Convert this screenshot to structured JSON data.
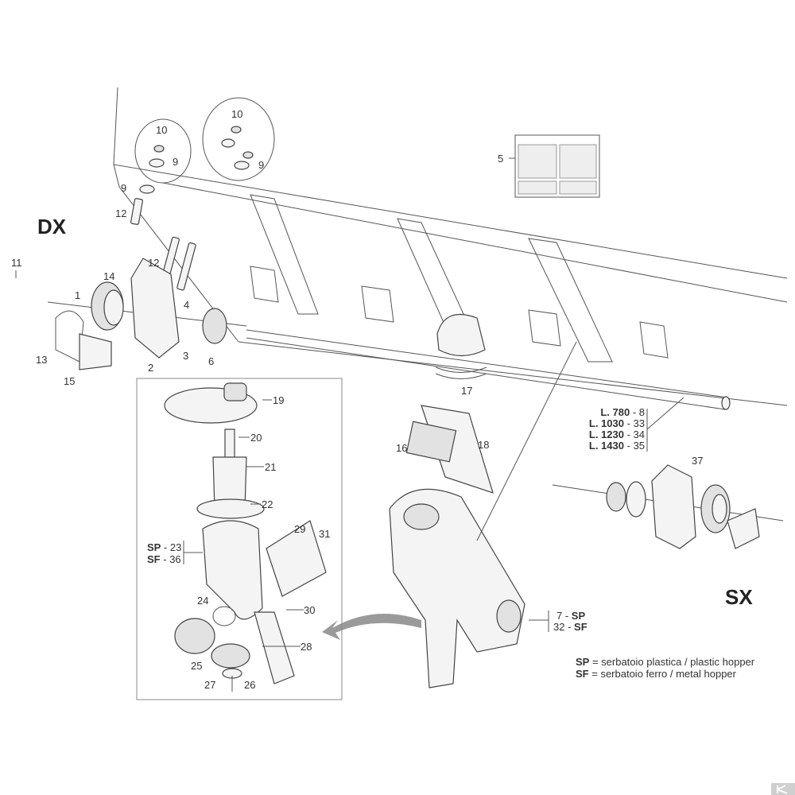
{
  "sides": {
    "right": "DX",
    "left": "SX"
  },
  "callouts": {
    "p1": "1",
    "p2": "2",
    "p3": "3",
    "p4": "4",
    "p5": "5",
    "p6": "6",
    "p9a": "9",
    "p9b": "9",
    "p9c": "9",
    "p10a": "10",
    "p10b": "10",
    "p11": "11",
    "p12a": "12",
    "p12b": "12",
    "p13": "13",
    "p14": "14",
    "p15": "15",
    "p16": "16",
    "p17": "17",
    "p18": "18",
    "p19": "19",
    "p20": "20",
    "p21": "21",
    "p22": "22",
    "p24": "24",
    "p25": "25",
    "p26": "26",
    "p27": "27",
    "p28": "28",
    "p29": "29",
    "p30": "30",
    "p31": "31",
    "p37": "37"
  },
  "variants_23_36": [
    {
      "code": "SP",
      "sep": " - ",
      "part": "23"
    },
    {
      "code": "SF",
      "sep": " - ",
      "part": "36"
    }
  ],
  "variants_7_32": [
    {
      "part": "7",
      "sep": " - ",
      "code": "SP"
    },
    {
      "part": "32",
      "sep": " - ",
      "code": "SF"
    }
  ],
  "shaft_lengths": [
    {
      "prefix": "L. ",
      "length": "780",
      "sep": " - ",
      "part": "8"
    },
    {
      "prefix": "L. ",
      "length": "1030",
      "sep": " - ",
      "part": "33"
    },
    {
      "prefix": "L. ",
      "length": "1230",
      "sep": " - ",
      "part": "34"
    },
    {
      "prefix": "L. ",
      "length": "1430",
      "sep": " - ",
      "part": "35"
    }
  ],
  "legend": [
    {
      "code": "SP",
      "text": " = serbatoio plastica / plastic hopper"
    },
    {
      "code": "SF",
      "text": " = serbatoio ferro / metal hopper"
    }
  ],
  "colors": {
    "line": "#555555",
    "arrow": "#9a9a9a",
    "logo": "#cfcfcf"
  }
}
